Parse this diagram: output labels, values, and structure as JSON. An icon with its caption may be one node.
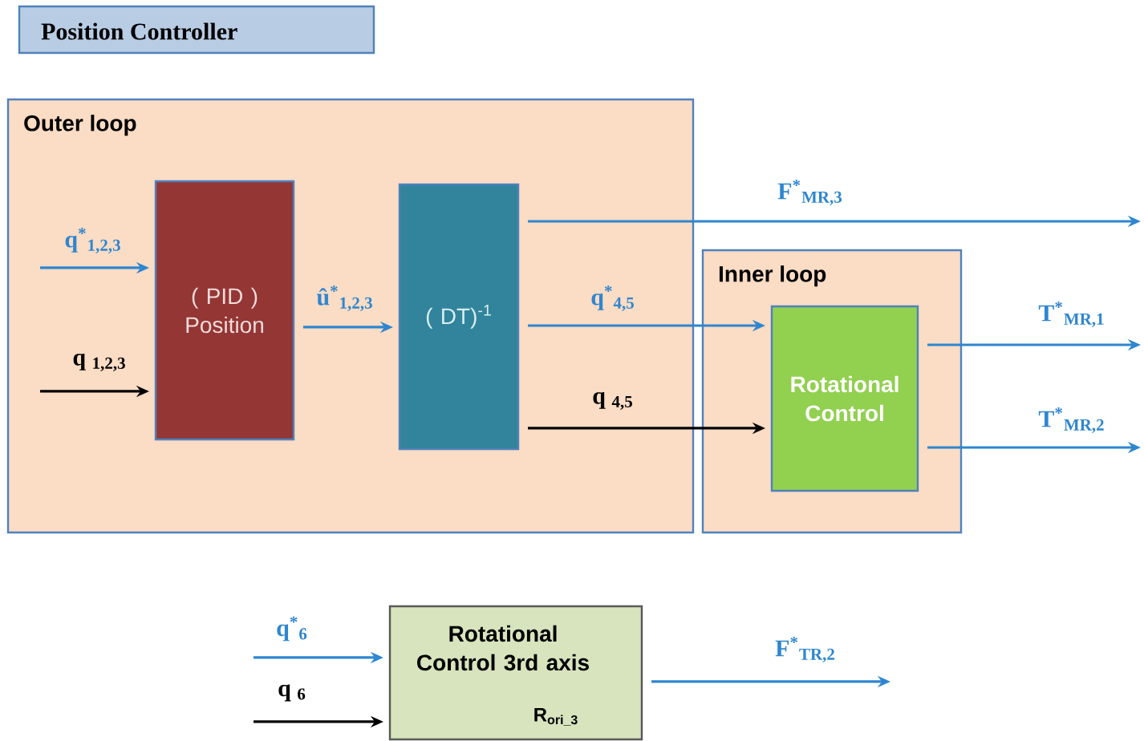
{
  "diagram": {
    "nodes": [
      {
        "text": [
          "Position Controller"
        ]
      },
      {
        "text": [
          "Outer loop"
        ]
      },
      {
        "text": [
          "( PID ) Position"
        ],
        "in": 1
      },
      {
        "text": [
          "( DT)$^{-1}$"
        ],
        "in": 1
      },
      {
        "text": [
          "Inner loop"
        ]
      },
      {
        "text": [
          "Rotational Control"
        ],
        "in": 4
      },
      {
        "text": [
          "Rotational Control 3rd axis",
          "R$_{ori_3}$"
        ]
      }
    ],
    "edges": [
      {
        "from": null,
        "to": 2,
        "arrow": "to",
        "label": "q$^{*}$$_{1,2,3}$"
      },
      {
        "from": null,
        "to": 2,
        "arrow": "to",
        "label": "q $_{1,2,3}$",
        "color": "#000000"
      },
      {
        "from": 2,
        "to": 3,
        "arrow": "to",
        "label": "û$^{*}$$_{1,2,3}$"
      },
      {
        "from": 3,
        "to": null,
        "arrow": "to",
        "label": "F$^{*}$$_{MR,3}$"
      },
      {
        "from": 3,
        "to": 5,
        "arrow": "to",
        "label": "q$^{*}$$_{4,5}$"
      },
      {
        "from": 3,
        "to": 5,
        "arrow": "to",
        "label": "q $_{4,5}$",
        "color": "#000000"
      },
      {
        "from": 5,
        "to": null,
        "arrow": "to",
        "label": "T$^{*}$$_{MR,1}$"
      },
      {
        "from": 5,
        "to": null,
        "arrow": "to",
        "label": "T$^{*}$$_{MR,2}$"
      },
      {
        "from": null,
        "to": 6,
        "arrow": "to",
        "label": "q$^{*}$$_{6}$"
      },
      {
        "from": null,
        "to": 6,
        "arrow": "to",
        "label": "q $_{6}$",
        "color": "#000000"
      },
      {
        "from": 6,
        "to": null,
        "arrow": "to",
        "label": "F$^{*}$$_{TR,2}$"
      }
    ]
  }
}
